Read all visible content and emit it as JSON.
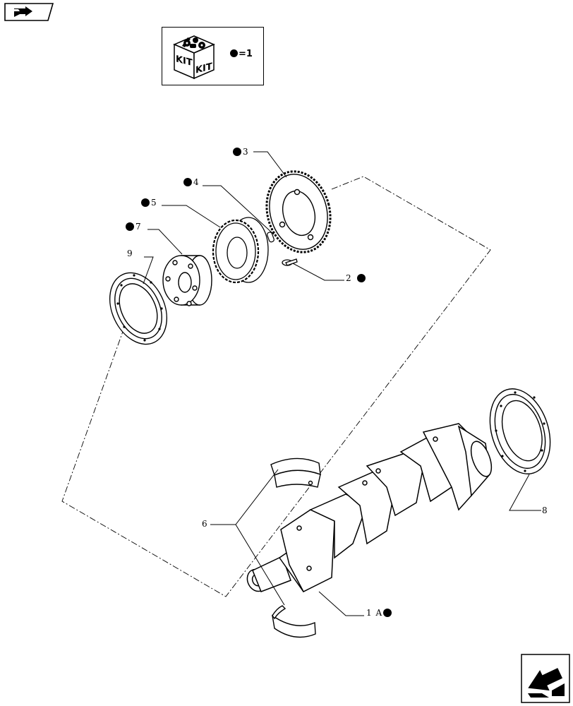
{
  "navigation": {
    "back_icon": "folder-arrow-icon",
    "next_icon": "next-page-arrow-icon"
  },
  "kit_legend": {
    "kit_label_left": "KIT",
    "kit_label_right": "KIT",
    "equals_text": "=1"
  },
  "callouts": [
    {
      "id": "1A",
      "text": "1 A",
      "kit_marker": true
    },
    {
      "id": "2",
      "text": "2",
      "kit_marker": true
    },
    {
      "id": "3",
      "text": "3",
      "kit_marker": true
    },
    {
      "id": "4",
      "text": "4",
      "kit_marker": true
    },
    {
      "id": "5",
      "text": "5",
      "kit_marker": true
    },
    {
      "id": "6",
      "text": "6",
      "kit_marker": false
    },
    {
      "id": "7",
      "text": "7",
      "kit_marker": true
    },
    {
      "id": "8",
      "text": "8",
      "kit_marker": false
    },
    {
      "id": "9",
      "text": "9",
      "kit_marker": false
    }
  ]
}
